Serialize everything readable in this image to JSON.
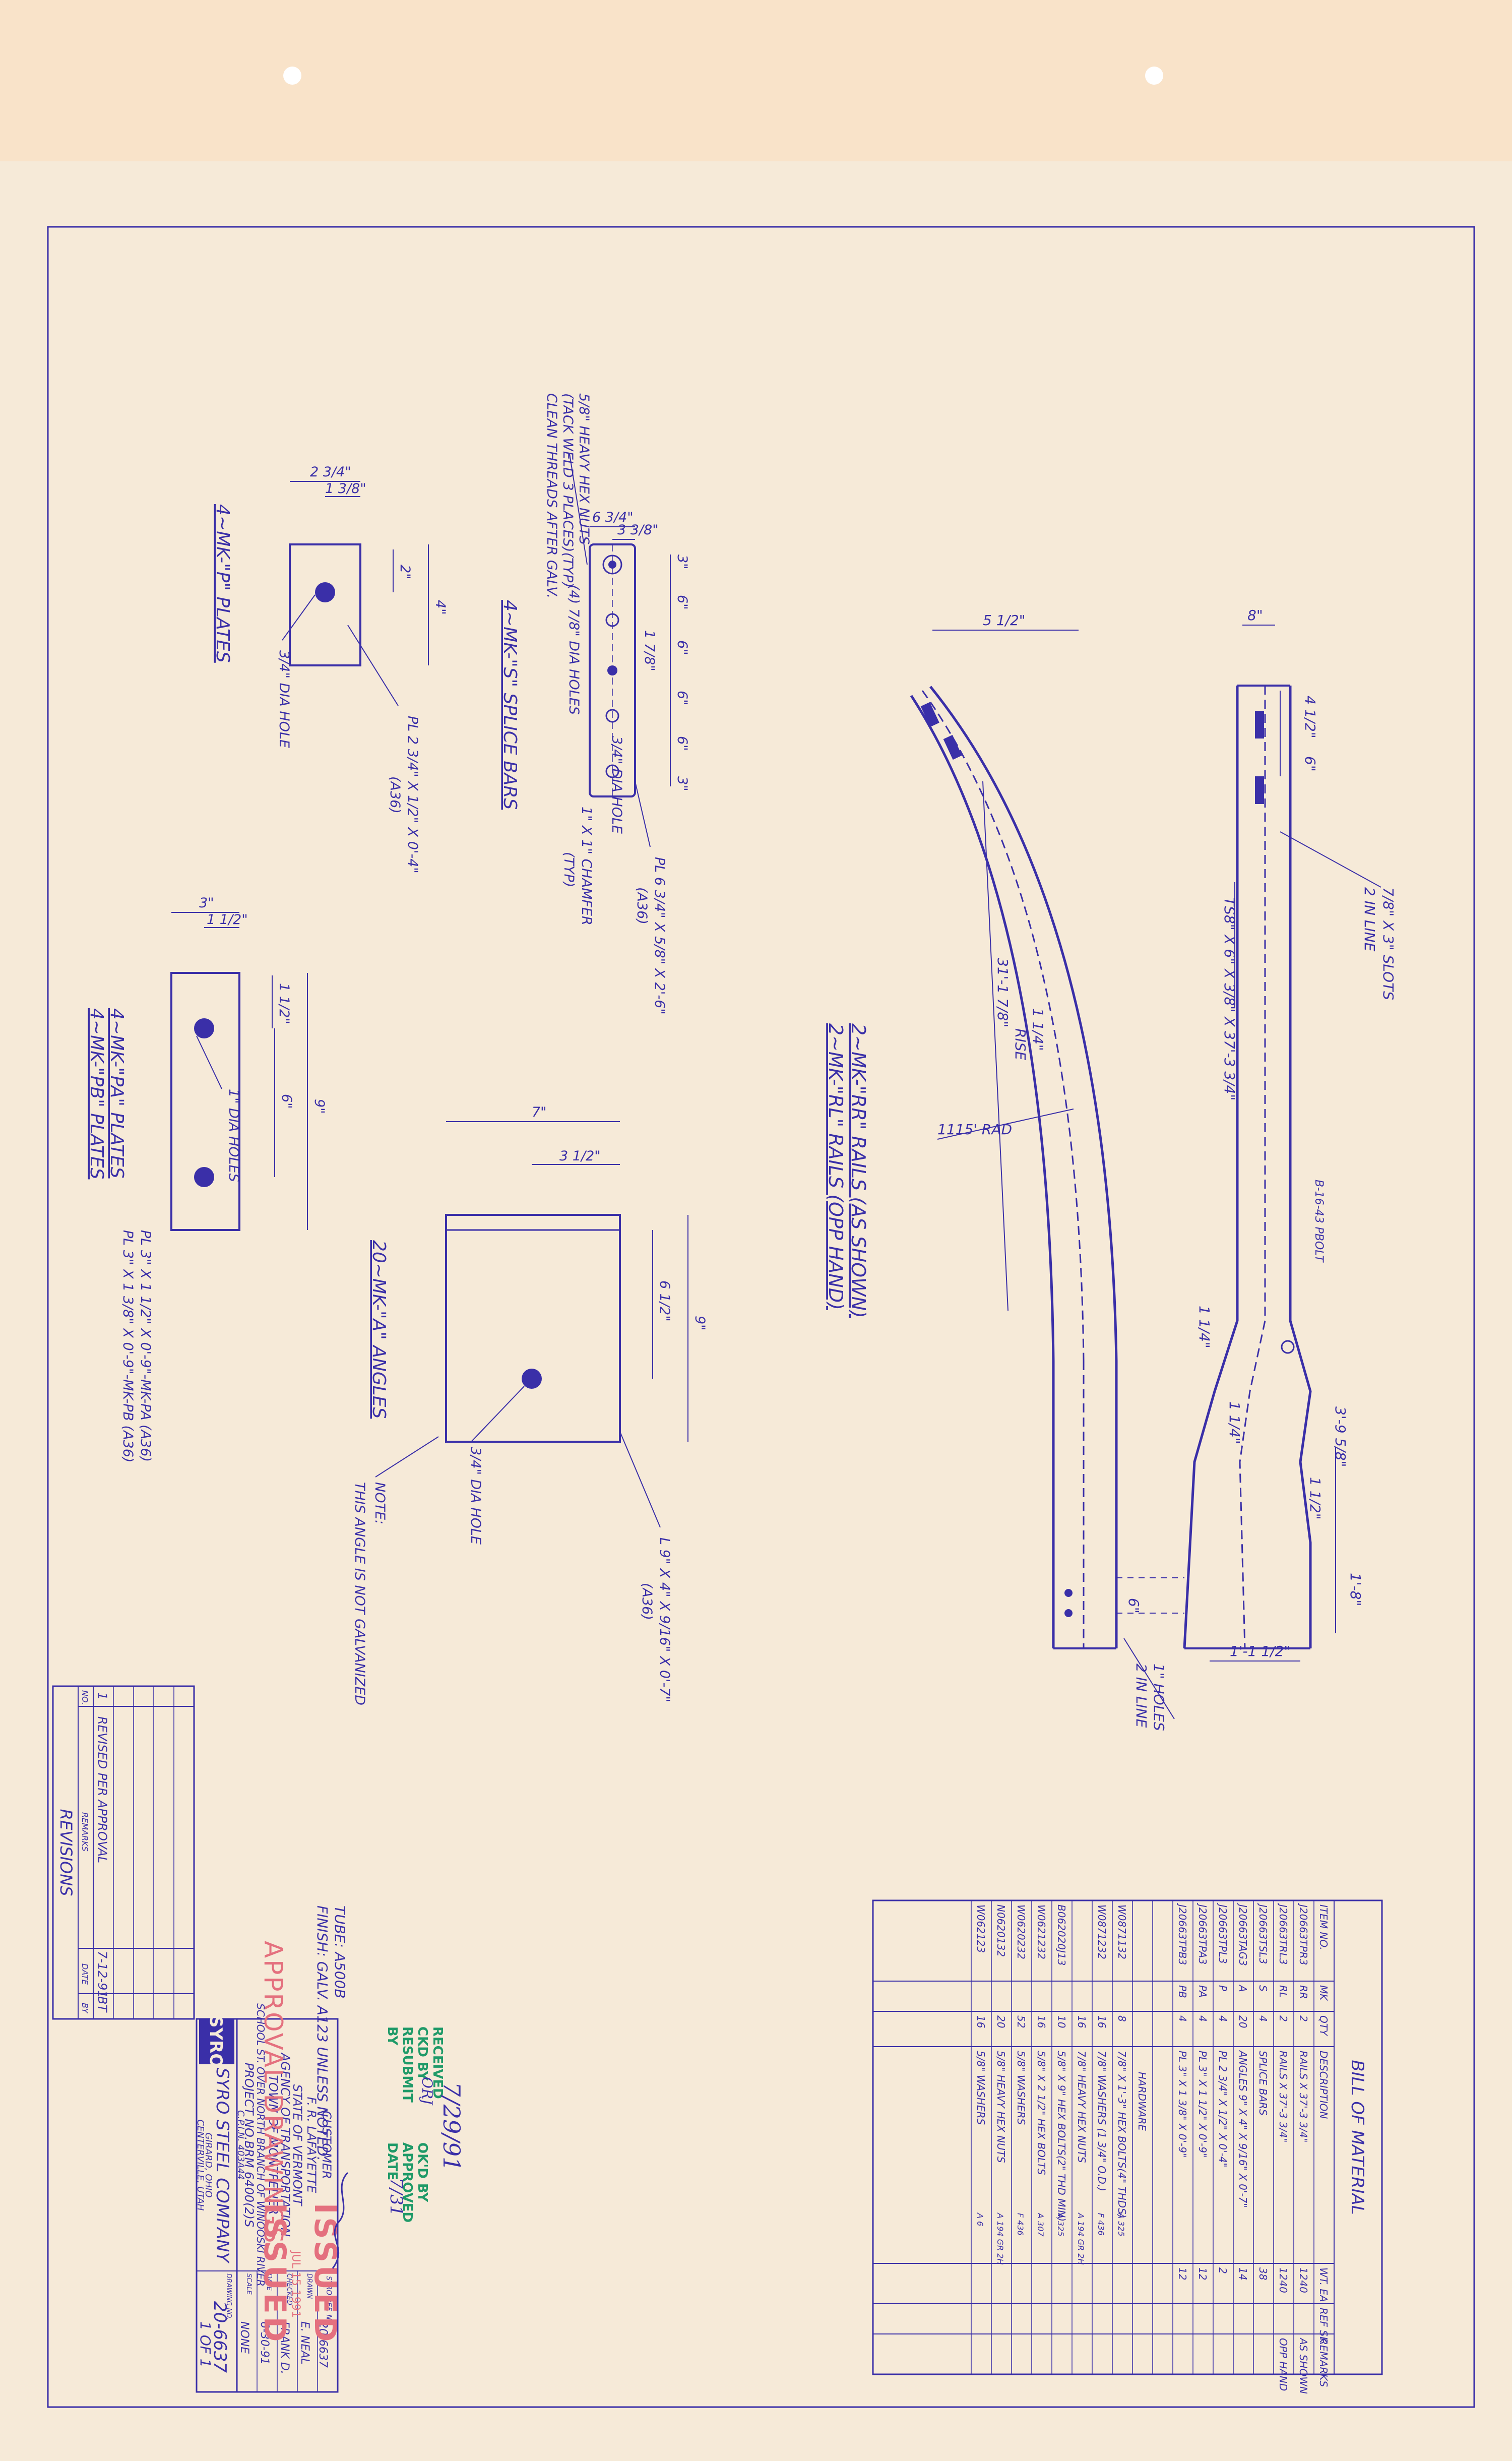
{
  "bom": {
    "title": "BILL OF MATERIAL",
    "headers": [
      "ITEM NO.",
      "MK",
      "QTY",
      "DESCRIPTION",
      "WT. EA",
      "REF SK",
      "REMARKS"
    ],
    "rows": [
      [
        "J20663TPR3",
        "RR",
        "2",
        "RAILS X 37'-3 3/4\"",
        "1240",
        "",
        "AS SHOWN"
      ],
      [
        "J20663TRL3",
        "RL",
        "2",
        "RAILS X 37'-3 3/4\"",
        "1240",
        "",
        "OPP HAND"
      ],
      [
        "J20663TSL3",
        "S",
        "4",
        "SPLICE BARS",
        "38",
        "",
        ""
      ],
      [
        "J20663TAG3",
        "A",
        "20",
        "ANGLES 9\" X 4\" X 9/16\" X 0'-7\"",
        "14",
        "",
        ""
      ],
      [
        "J20663TPL3",
        "P",
        "4",
        "PL 2 3/4\" X 1/2\" X 0'-4\"",
        "2",
        "",
        ""
      ],
      [
        "J20663TPA3",
        "PA",
        "4",
        "PL 3\" X 1 1/2\" X 0'-9\"",
        "12",
        "",
        ""
      ],
      [
        "J20663TPB3",
        "PB",
        "4",
        "PL 3\" X 1 3/8\" X 0'-9\"",
        "12",
        "",
        ""
      ]
    ],
    "hardware_label": "HARDWARE",
    "hardware_rows": [
      [
        "W0871132",
        "",
        "8",
        "7/8\" X 1'-3\" HEX BOLTS(4\" THDS)",
        "A 325",
        "",
        ""
      ],
      [
        "W0871232",
        "",
        "16",
        "7/8\" WASHERS (1 3/4\" O.D.)",
        "F 436",
        "",
        ""
      ],
      [
        "",
        "",
        "16",
        "7/8\" HEAVY HEX NUTS",
        "A 194",
        "",
        ""
      ],
      [
        "B062020J13",
        "",
        "10",
        "5/8\" X 9\" HEX BOLTS(2\" THD MIN)",
        "A 325",
        "",
        ""
      ],
      [
        "W0621232",
        "",
        "16",
        "5/8\" X 2 1/2\" HEX BOLTS",
        "A 307",
        "",
        ""
      ],
      [
        "W0620232",
        "",
        "52",
        "5/8\" WASHERS",
        "F 436",
        "",
        ""
      ],
      [
        "N0620132",
        "",
        "20",
        "5/8\" HEAVY HEX NUTS",
        "A 194",
        "",
        ""
      ],
      [
        "W062123",
        "",
        "16",
        "5/8\" WASHERS",
        "A 6",
        "",
        ""
      ]
    ],
    "hw_grades": [
      "A 325",
      "F 436",
      "A 194 GR 2H",
      "A 325",
      "A 307",
      "F 436",
      "A 194 GR 2H",
      "A 6"
    ]
  },
  "rail": {
    "title_1": "2~MK-\"RR\" RAILS (AS SHOWN)",
    "title_2": "2~MK-\"RL\" RAILS (OPP HAND)",
    "dims": {
      "d_5_half": "5 1/2\"",
      "d_8": "8\"",
      "d_4_5": "4 1/2\"",
      "d_6": "6\"",
      "slots": "7/8\" X 3\" SLOTS",
      "slots_2": "2 IN LINE",
      "section": "TS8\" X 6\" X 3/8\" X 37'-3 3/4\"",
      "length": "31'-1 7/8\"",
      "rise": "1 1/4\"",
      "rise_label": "RISE",
      "radius": "1115' RAD",
      "bolt_callout": "B-16-43 PBOLT",
      "d_1_4a": "1 1/4\"",
      "d_1_4b": "1 1/4\"",
      "d_3_9": "3'-9 5/8\"",
      "d_1_2": "1 1/2\"",
      "d_1_8": "1'-8\"",
      "d_11_12": "1'-1 1/2\"",
      "d_6b": "6\"",
      "holes": "1\" HOLES",
      "holes_2": "2 IN LINE"
    }
  },
  "splice": {
    "title": "4~MK-\"S\" SPLICE BARS",
    "d_6_3_4": "6 3/4\"",
    "d_3_3_8": "3 3/8\"",
    "spacings": [
      "3\"",
      "6\"",
      "6\"",
      "6\"",
      "6\"",
      "3\""
    ],
    "d_1_7_8": "1 7/8\"",
    "note_1": "5/8\" HEAVY HEX NUTS",
    "note_2": "(TACK WELD 3 PLACES)(TYP)",
    "note_3": "CLEAN THREADS AFTER GALV.",
    "holes_1": "(4) 7/8\" DIA HOLES",
    "holes_2": "3/4\" DIA HOLE",
    "chamfer_1": "1\" X 1\" CHAMFER",
    "chamfer_2": "(TYP)",
    "plate": "PL 6 3/4\" X 5/8\" X 2'-6\"",
    "spec": "(A36)"
  },
  "p_plate": {
    "title": "4~MK-\"P\" PLATES",
    "d_2_3_4": "2 3/4\"",
    "d_1_3_8": "1 3/8\"",
    "d_2": "2\"",
    "d_4": "4\"",
    "hole": "3/4\" DIA HOLE",
    "plate": "PL 2 3/4\" X 1/2\" X 0'-4\"",
    "spec": "(A36)"
  },
  "pa_plate": {
    "title_1": "4~MK-\"PA\" PLATES",
    "title_2": "4~MK-\"PB\" PLATES",
    "d_3": "3\"",
    "d_1_5": "1 1/2\"",
    "d_1_5b": "1 1/2\"",
    "d_6": "6\"",
    "d_9": "9\"",
    "holes": "1\" DIA HOLES",
    "plate_1": "PL 3\" X 1 1/2\" X 0'-9\"-MK-PA (A36)",
    "plate_2": "PL 3\" X 1 3/8\" X 0'-9\"-MK-PB (A36)"
  },
  "angle": {
    "title": "20~MK-\"A\" ANGLES",
    "d_7": "7\"",
    "d_3_5": "3 1/2\"",
    "d_6_5": "6 1/2\"",
    "d_9": "9\"",
    "hole": "3/4\" DIA HOLE",
    "section": "L 9\" X 4\" X 9/16\" X 0'-7\"",
    "spec": "(A36)",
    "note_label": "NOTE:",
    "note": "THIS ANGLE IS NOT GALVANIZED"
  },
  "notes": {
    "tube": "TUBE: A500B",
    "finish": "FINISH: GALV. A123 UNLESS NOTED."
  },
  "revisions": {
    "title": "REVISIONS",
    "row_no": "1",
    "row_desc": "REVISED PER APPROVAL",
    "row_date": "7-12-91",
    "row_by": "BT",
    "col_no": "NO.",
    "col_desc": "REMARKS",
    "col_date": "DATE",
    "col_by": "BY"
  },
  "title_block": {
    "customer_label": "CUSTOMER",
    "customer": "F. R. LAFAYETTE",
    "agency_1": "STATE OF VERMONT",
    "agency_2": "AGENCY OF TRANSPORTATION",
    "town": "TOWN OF MONTPELIER",
    "school": "SCHOOL ST. OVER NORTH BRANCH OF WINOOSKI RIVER",
    "project": "PROJECT NO.BRM 6400(2)S",
    "cpi": "C.P.I.N. 403A44",
    "ref_label": "SYRO REF. NO.",
    "ref_no": "20-6637",
    "drawn_label": "DRAWN",
    "drawn_by": "E. NEAL",
    "checked_label": "CHECKED",
    "checked_by": "FRANK D.",
    "date_label": "DATE",
    "date": "6-30-91",
    "scale_label": "SCALE",
    "scale": "NONE",
    "dwg_label": "DRAWING NO.",
    "dwg_no": "20-6637",
    "sheet": "1 OF 1",
    "logo": "SYRO",
    "company": "SYRO STEEL COMPANY",
    "city_1": "GIRARD, OHIO",
    "city_2": "CENTERVILLE, UTAH"
  },
  "stamps": {
    "approval": "APPROVAL DRAWINGS",
    "issued": "ISSUED",
    "issued_2": "ISSUED",
    "issued_date": "JUL 15 1991",
    "received": "RECEIVED",
    "ckd_by": "CKD BY",
    "okd_by": "OK'D BY",
    "resubmit": "RESUBMIT",
    "approved": "APPROVED",
    "by": "BY",
    "date": "DATE",
    "hand_date": "7/29/91",
    "hand_init": "ORJ",
    "hand_date_2": "7/31"
  },
  "colors": {
    "ink": "#3a2fa8",
    "paper": "#f6ead8",
    "red_stamp": "#e4707e",
    "green_stamp": "#1f9a68"
  }
}
